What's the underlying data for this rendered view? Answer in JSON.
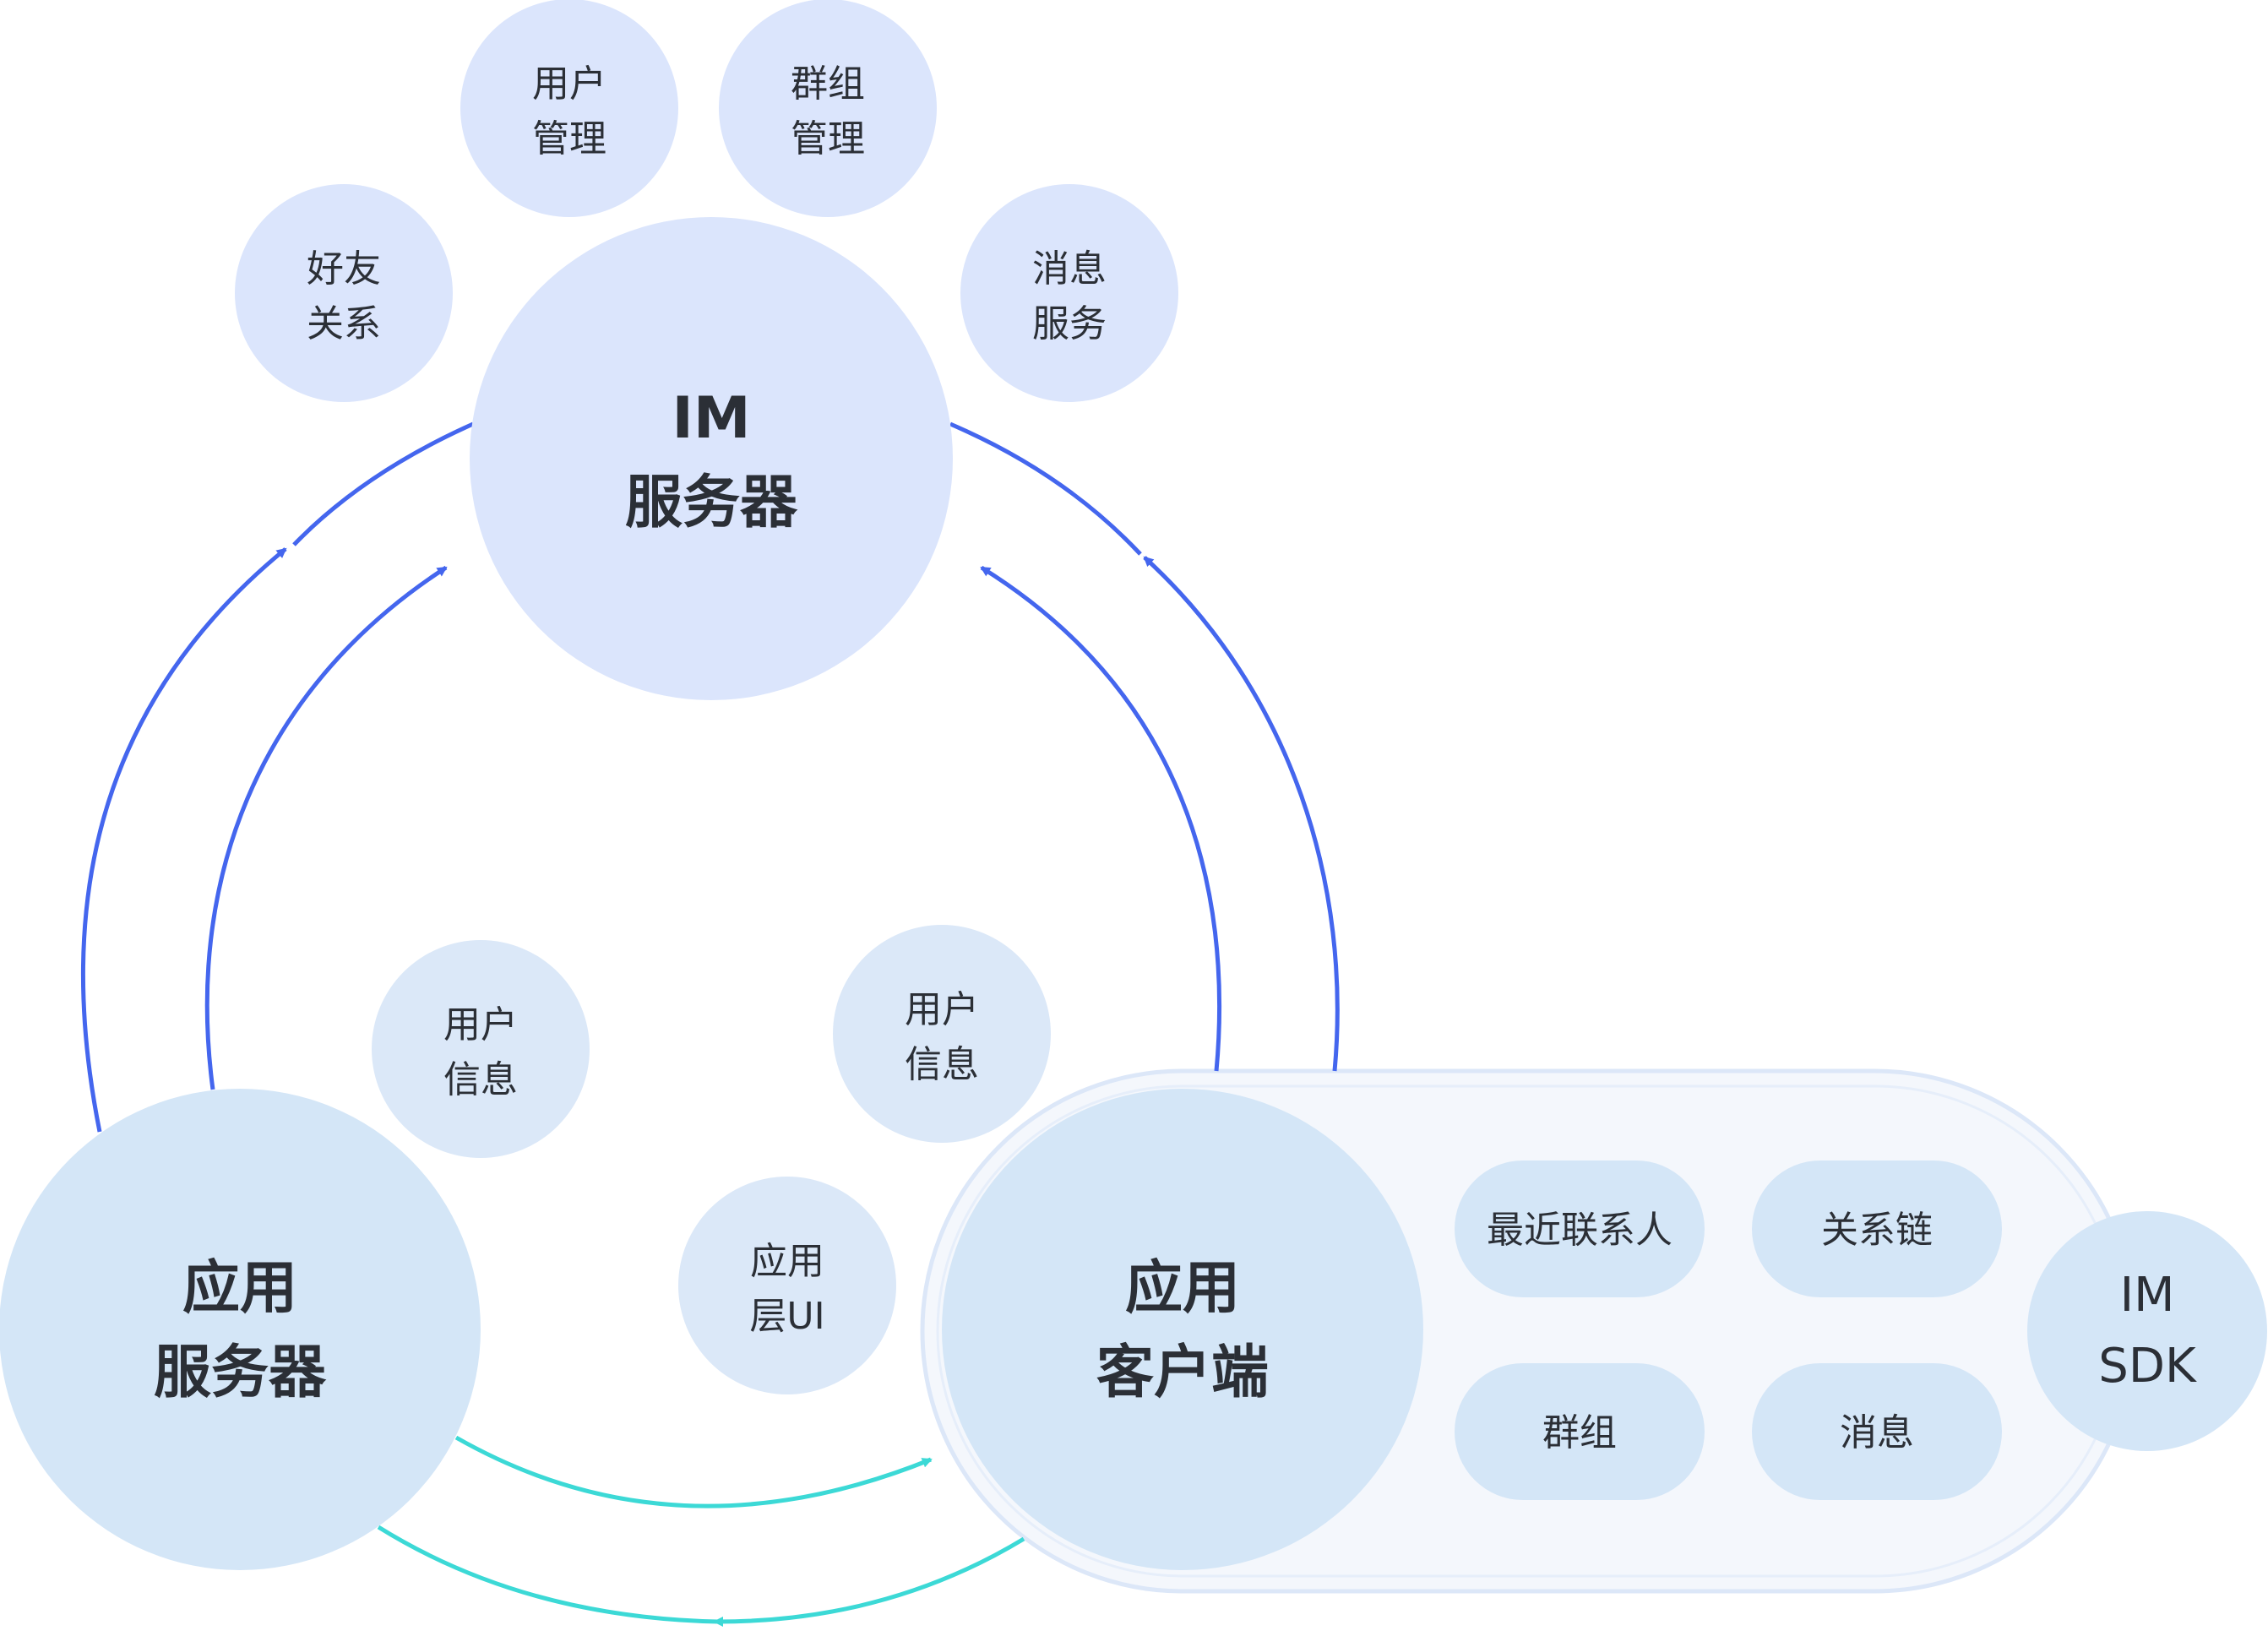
{
  "im_server": {
    "line1": "IM",
    "line2": "服务器"
  },
  "im_modules": [
    {
      "id": "friends",
      "line1": "好友",
      "line2": "关系"
    },
    {
      "id": "user-mgmt",
      "line1": "用户",
      "line2": "管理"
    },
    {
      "id": "group-mgmt",
      "line1": "群组",
      "line2": "管理"
    },
    {
      "id": "message-service",
      "line1": "消息",
      "line2": "服务"
    }
  ],
  "app_server": {
    "line1": "应用",
    "line2": "服务器"
  },
  "app_client": {
    "line1": "应用",
    "line2": "客户端"
  },
  "middle_labels": [
    {
      "id": "user-info-left",
      "line1": "用户",
      "line2": "信息"
    },
    {
      "id": "user-info-right",
      "line1": "用户",
      "line2": "信息"
    },
    {
      "id": "app-ui",
      "line1": "应用",
      "line2": "层UI"
    }
  ],
  "sdk": {
    "line1": "IM",
    "line2": "SDK",
    "modules": [
      "最近联系人",
      "关系链",
      "群组",
      "消息"
    ]
  },
  "colors": {
    "large_node": "#d4e6f7",
    "im_node": "#dbe5fc",
    "small_node": "#dbe8f8",
    "sdk_container": "#f4f7fc",
    "sdk_border": "#dce7f8",
    "blue_arrow": "#4466ee",
    "teal_arrow": "#3cd9d6",
    "text": "#2b2f36"
  }
}
